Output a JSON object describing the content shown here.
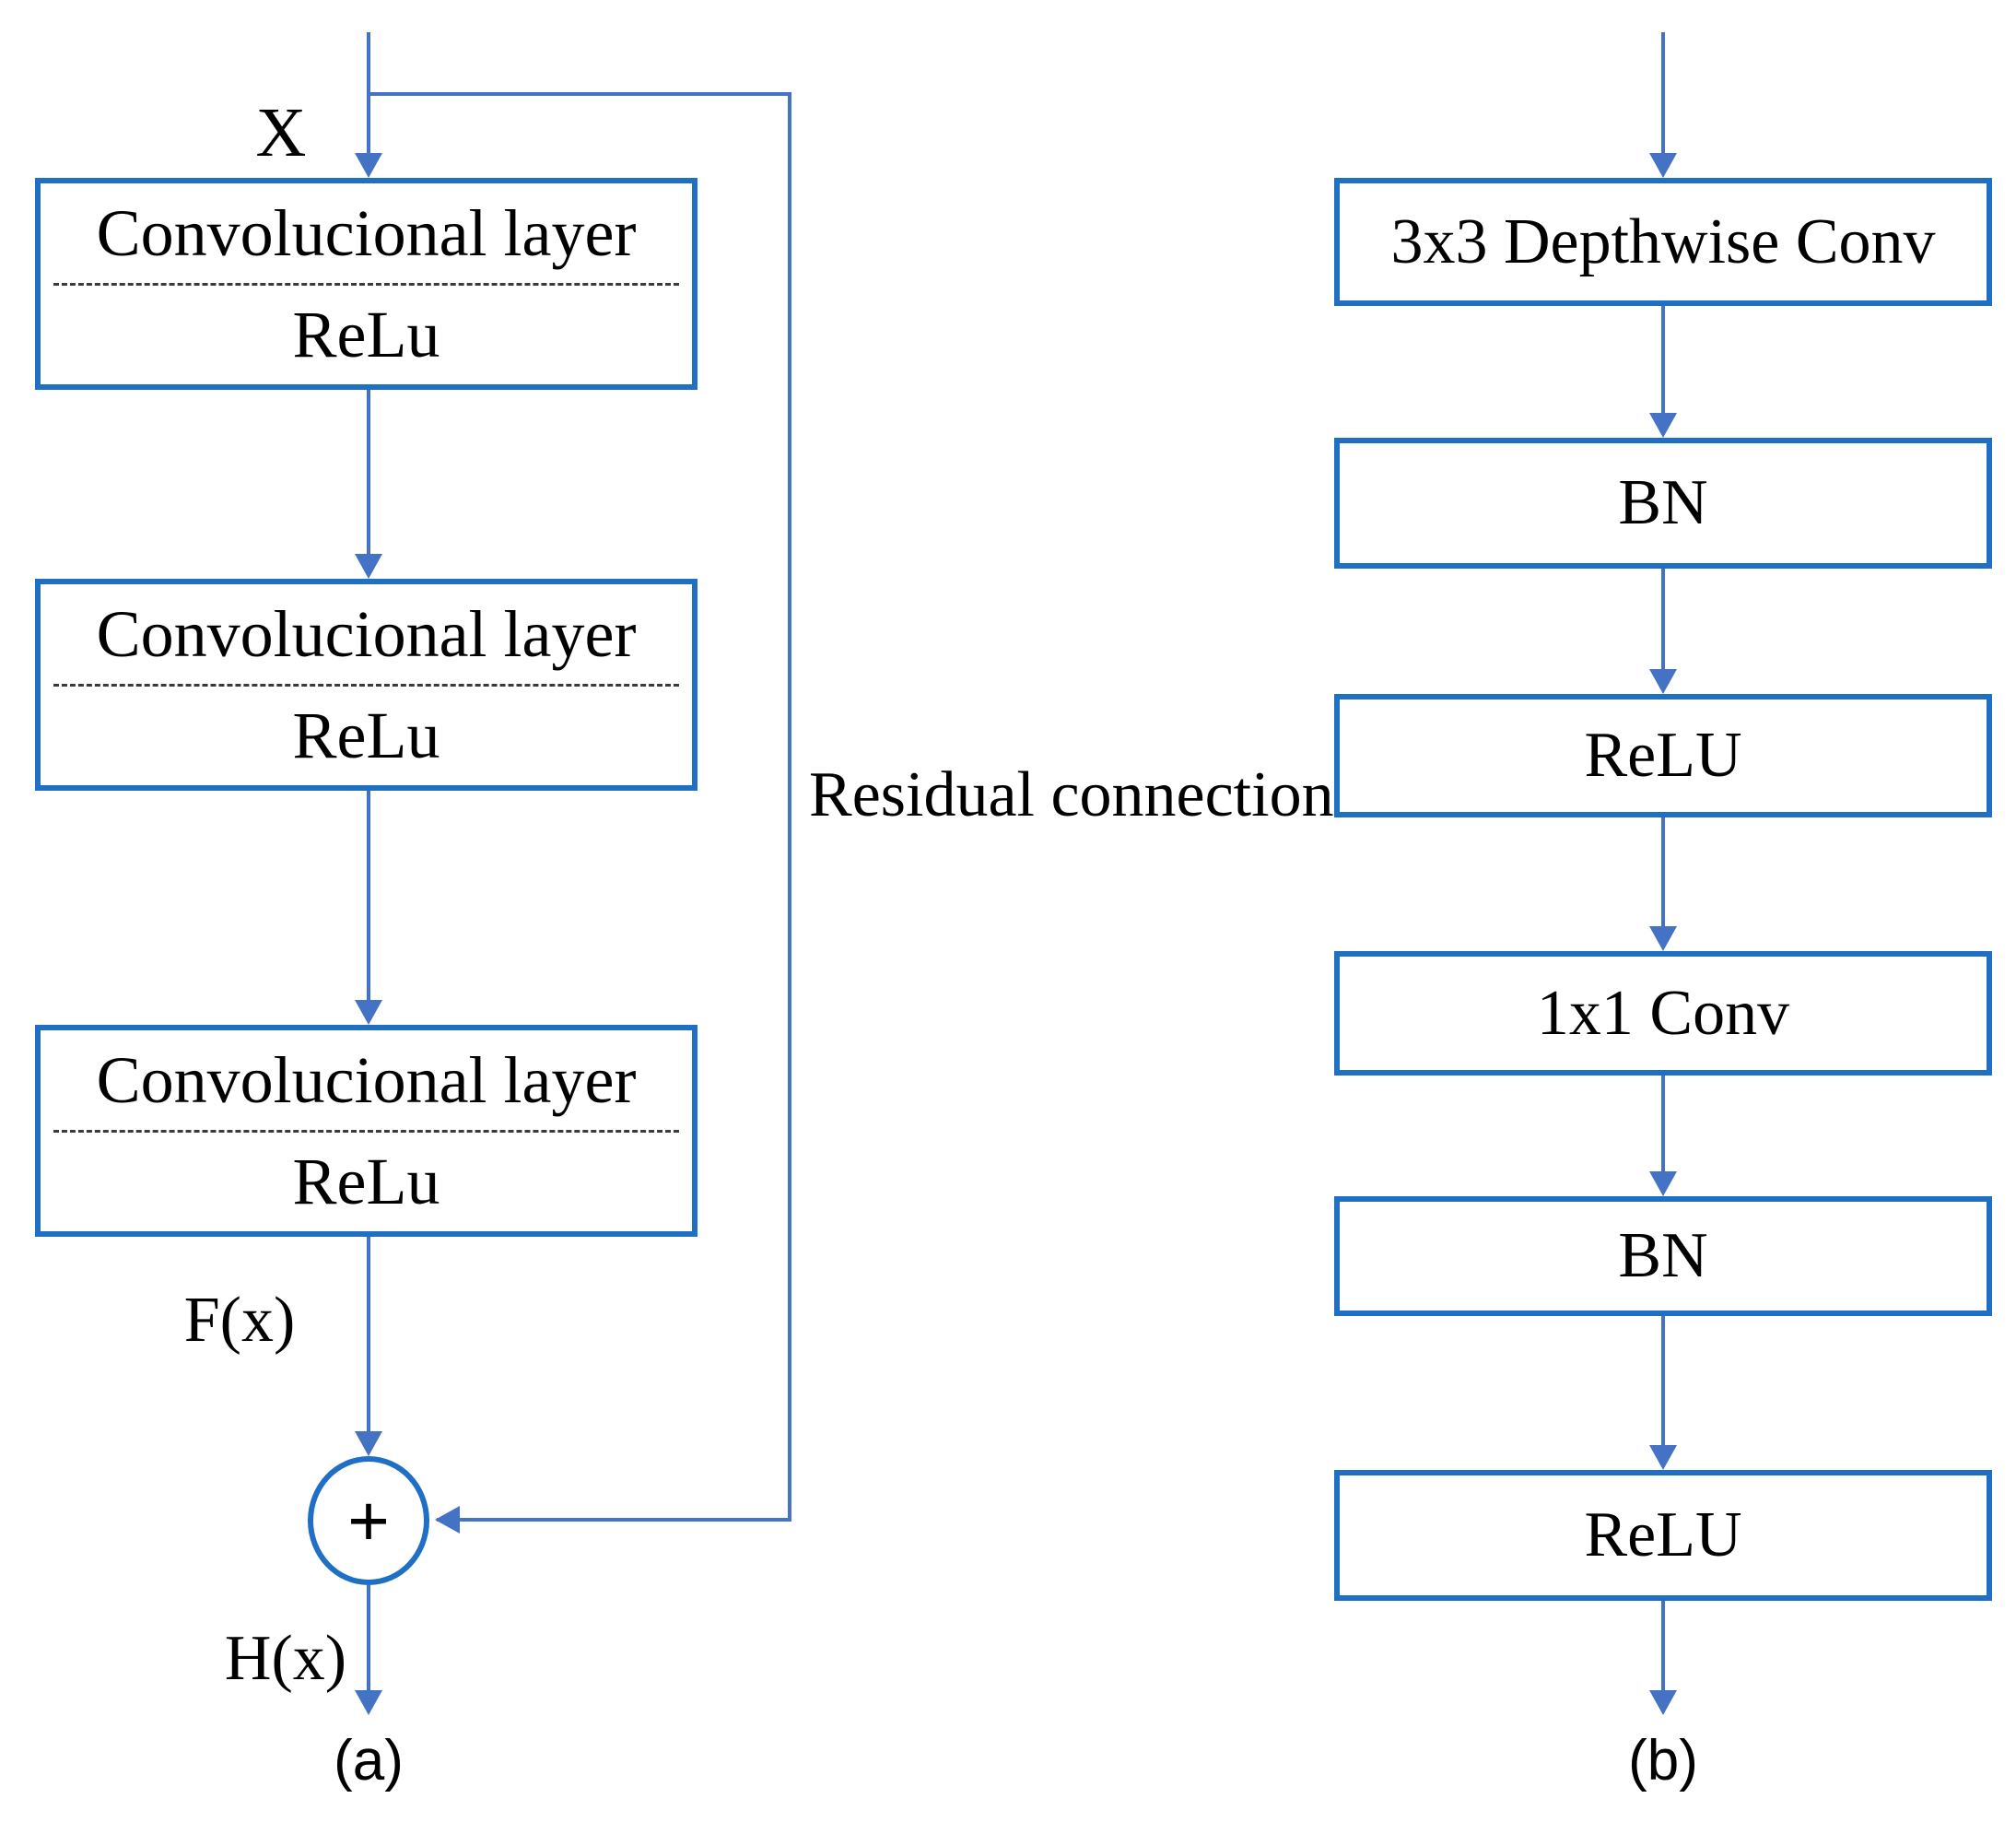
{
  "diagram": {
    "colors": {
      "box_border": "#1f6fc5",
      "connector": "#4472c4",
      "dashed_divider": "#3a3a3a",
      "text": "#000000"
    },
    "panel_a": {
      "input_label": "X",
      "boxes": [
        {
          "line1": "Convolucional layer",
          "line2": "ReLu"
        },
        {
          "line1": "Convolucional layer",
          "line2": "ReLu"
        },
        {
          "line1": "Convolucional layer",
          "line2": "ReLu"
        }
      ],
      "f_label": "F(x)",
      "sum_symbol": "+",
      "h_label": "H(x)",
      "residual_label": "Residual connection",
      "caption": "(a)"
    },
    "panel_b": {
      "boxes": [
        {
          "label": "3x3 Depthwise Conv"
        },
        {
          "label": "BN"
        },
        {
          "label": "ReLU"
        },
        {
          "label": "1x1 Conv"
        },
        {
          "label": "BN"
        },
        {
          "label": "ReLU"
        }
      ],
      "caption": "(b)"
    }
  }
}
